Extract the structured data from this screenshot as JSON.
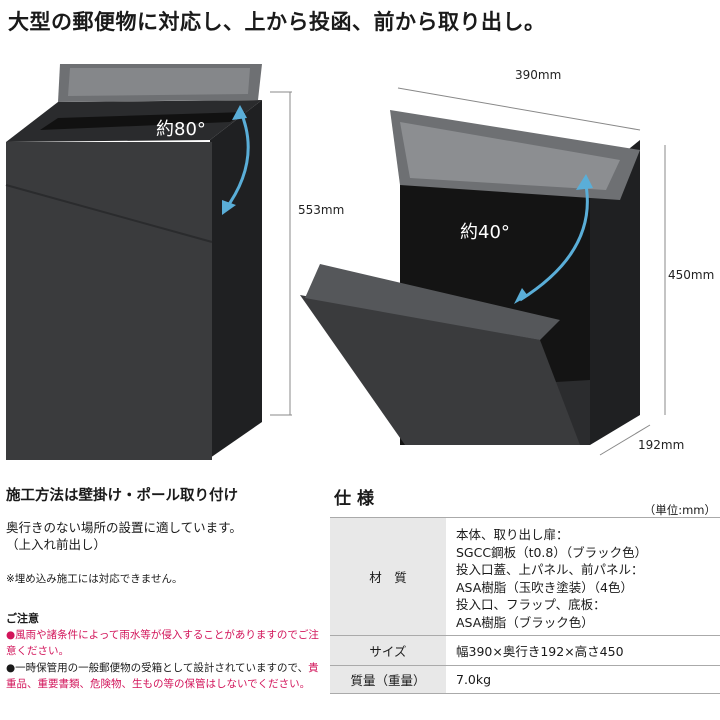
{
  "headline": "大型の郵便物に対応し、上から投函、前から取り出し。",
  "product": {
    "left": {
      "height_label": "553mm",
      "angle_label": "約80°"
    },
    "right": {
      "width_label": "390mm",
      "height_label": "450mm",
      "depth_label": "192mm",
      "angle_label": "約40°"
    },
    "colors": {
      "body": "#3a3b3d",
      "lid": "#6e7073",
      "arrow": "#5aaed8"
    }
  },
  "install": {
    "title": "施工方法は壁掛け・ポール取り付け",
    "desc_line1": "奥行きのない場所の設置に適しています。",
    "desc_line2": "（上入れ前出し）",
    "note": "※埋め込み施工には対応できません。",
    "caution_title": "ご注意",
    "caution1_red": "●風雨や諸条件によって雨水等が侵入することがありますのでご注意ください。",
    "caution2_black": "●一時保管用の一般郵便物の受箱として設計されていますので、",
    "caution2_red": "貴重品、重要書類、危険物、生もの等の保管はしないでください。"
  },
  "spec": {
    "title": "仕様",
    "unit": "（単位:mm）",
    "material_label": "材　質",
    "material_lines": [
      "本体、取り出し扉：",
      "SGCC鋼板（t0.8）（ブラック色）",
      "投入口蓋、上パネル、前パネル：",
      "ASA樹脂（玉吹き塗装）（4色）",
      "投入口、フラップ、底板：",
      "ASA樹脂（ブラック色）"
    ],
    "size_label": "サイズ",
    "size_value": "幅390×奥行き192×高さ450",
    "weight_label": "質量（重量）",
    "weight_value": "7.0kg"
  }
}
